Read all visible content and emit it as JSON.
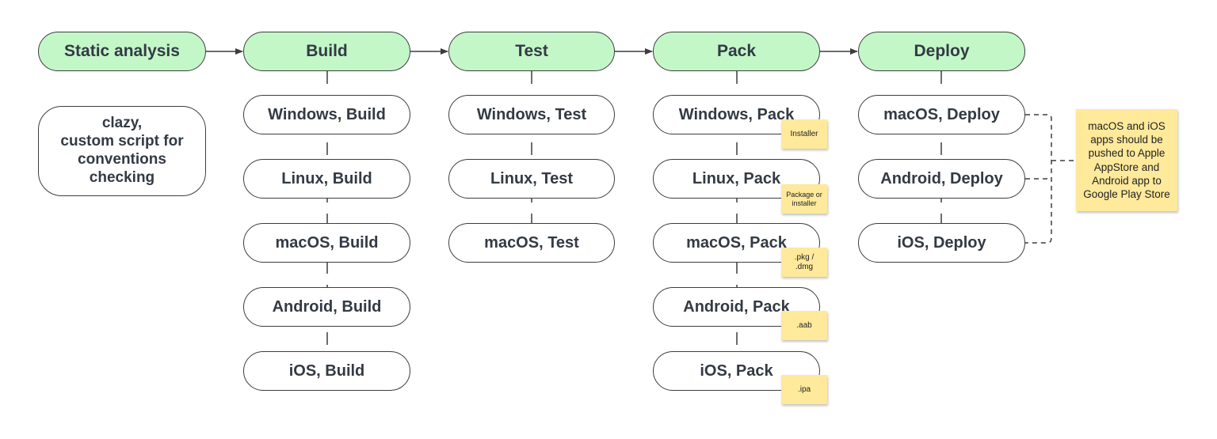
{
  "colors": {
    "stage_fill": "#c3f7c8",
    "box_border": "#3d3d3d",
    "text": "#333a44",
    "note_fill": "#ffe99b",
    "line": "#3d3d3d"
  },
  "stages": {
    "static_analysis": "Static analysis",
    "build": "Build",
    "test": "Test",
    "pack": "Pack",
    "deploy": "Deploy"
  },
  "static_analysis_tools": "clazy,\ncustom script for\nconventions\nchecking",
  "build_jobs": [
    "Windows, Build",
    "Linux, Build",
    "macOS, Build",
    "Android, Build",
    "iOS, Build"
  ],
  "test_jobs": [
    "Windows, Test",
    "Linux, Test",
    "macOS, Test"
  ],
  "pack_jobs": [
    "Windows, Pack",
    "Linux, Pack",
    "macOS, Pack",
    "Android, Pack",
    "iOS, Pack"
  ],
  "pack_artifacts": [
    "Installer",
    "Package or\ninstaller",
    ".pkg /\n.dmg",
    ".aab",
    ".ipa"
  ],
  "deploy_jobs": [
    "macOS, Deploy",
    "Android, Deploy",
    "iOS, Deploy"
  ],
  "deploy_note": "macOS and iOS\napps should be\npushed to Apple\nAppStore and\nAndroid app to\nGoogle Play Store"
}
